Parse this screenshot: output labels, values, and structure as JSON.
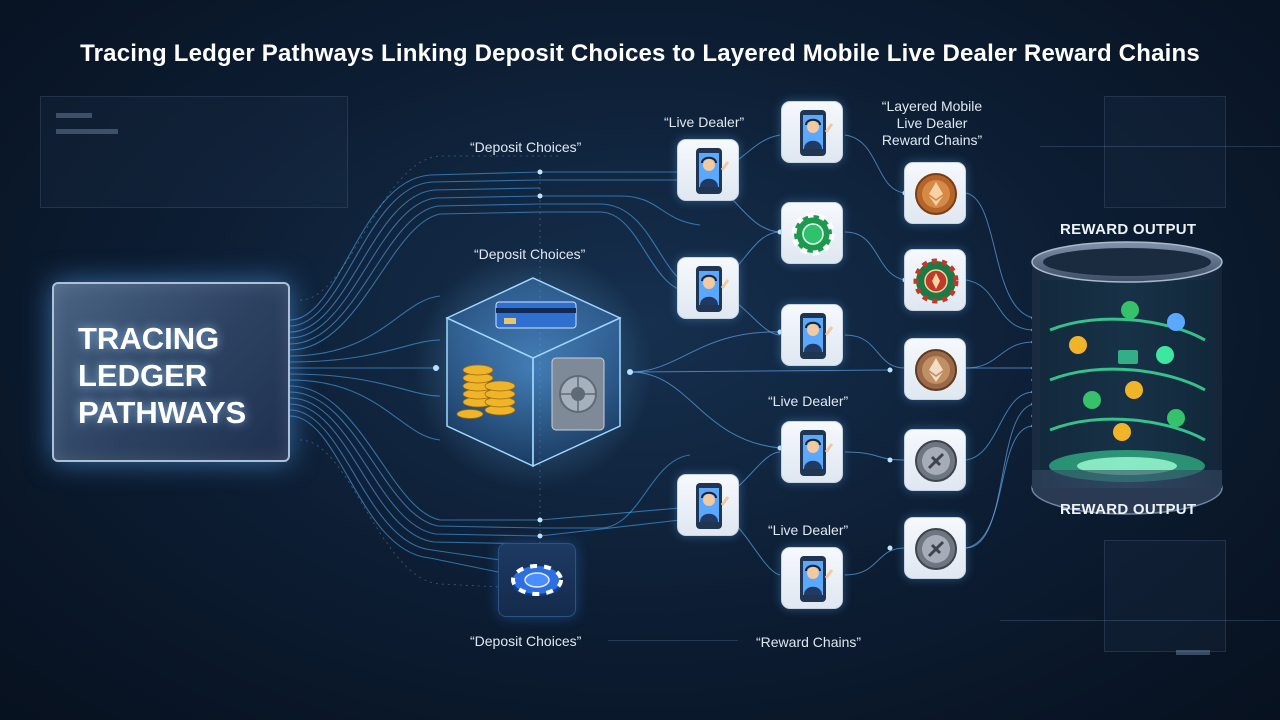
{
  "title": "Tracing Ledger Pathways Linking Deposit Choices to Layered Mobile Live Dealer Reward Chains",
  "source_box": {
    "text": "TRACING\nLEDGER\nPATHWAYS"
  },
  "labels": {
    "deposit_top": "“Deposit Choices”",
    "deposit_mid": "“Deposit Choices”",
    "deposit_bottom": "“Deposit Choices”",
    "live_dealer_top": "“Live Dealer”",
    "live_dealer_mid": "“Live Dealer”",
    "live_dealer_bottom": "“Live Dealer”",
    "layered_chains": "“Layered Mobile\nLive Dealer\nReward Chains”",
    "reward_chains": "“Reward Chains”"
  },
  "output": {
    "label_top": "REWARD OUTPUT",
    "label_bottom": "REWARD OUTPUT"
  },
  "colors": {
    "accent": "#4fb3ff",
    "glow": "#7fd0ff",
    "green": "#3ee6a0",
    "gold": "#f0b429"
  },
  "icons": {
    "dealer": "live-dealer-phone-icon",
    "chip_green": "green-poker-chip-icon",
    "chip_red": "red-poker-chip-icon",
    "chip_blue": "blue-poker-chip-icon",
    "coin_bronze": "bronze-crypto-coin-icon",
    "coin_silver": "silver-crypto-coin-icon"
  }
}
